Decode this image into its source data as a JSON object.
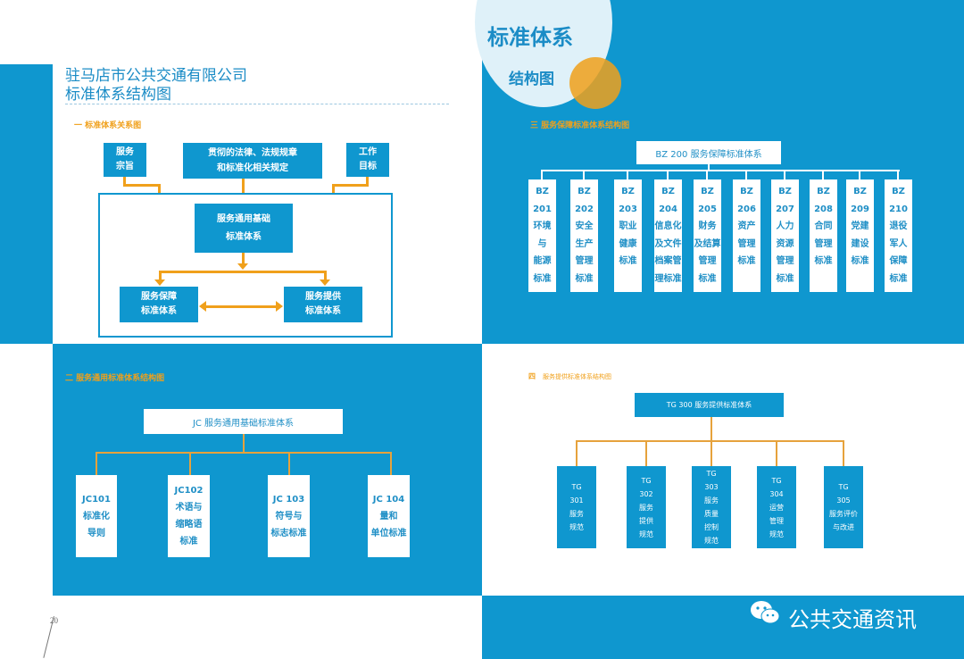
{
  "page_number": "20",
  "left_header": {
    "line1": "驻马店市公共交通有限公司",
    "line2": "标准体系结构图"
  },
  "circle": {
    "title": "标准体系",
    "subtitle": "结构图"
  },
  "sec1": {
    "title": "一 标准体系关系图",
    "purpose": [
      "服务",
      "宗旨"
    ],
    "laws": [
      "贯彻的法律、法规规章",
      "和标准化相关规定"
    ],
    "goal": [
      "工作",
      "目标"
    ],
    "general": [
      "服务通用基础",
      "标准体系"
    ],
    "support": [
      "服务保障",
      "标准体系"
    ],
    "provide": [
      "服务提供",
      "标准体系"
    ]
  },
  "sec2": {
    "title": "二 服务通用标准体系结构图",
    "root": "JC 服务通用基础标准体系",
    "children": [
      {
        "lines": [
          "JC101",
          "标准化",
          "导则"
        ]
      },
      {
        "lines": [
          "JC102",
          "术语与",
          "缩略语",
          "标准"
        ]
      },
      {
        "lines": [
          "JC 103",
          "符号与",
          "标志标准"
        ]
      },
      {
        "lines": [
          "JC 104",
          "量和",
          "单位标准"
        ]
      }
    ]
  },
  "sec3": {
    "title": "三 服务保障标准体系结构图",
    "root": "BZ 200 服务保障标准体系",
    "children": [
      {
        "lines": [
          "BZ",
          "201",
          "环境",
          "与",
          "能源",
          "标准"
        ]
      },
      {
        "lines": [
          "BZ",
          "202",
          "安全",
          "生产",
          "管理",
          "标准"
        ]
      },
      {
        "lines": [
          "BZ",
          "203",
          "职业",
          "健康",
          "标准"
        ]
      },
      {
        "lines": [
          "BZ",
          "204",
          "信息化",
          "及文件",
          "档案管",
          "理标准"
        ]
      },
      {
        "lines": [
          "BZ",
          "205",
          "财务",
          "及结算",
          "管理",
          "标准"
        ]
      },
      {
        "lines": [
          "BZ",
          "206",
          "资产",
          "管理",
          "标准"
        ]
      },
      {
        "lines": [
          "BZ",
          "207",
          "人力",
          "资源",
          "管理",
          "标准"
        ]
      },
      {
        "lines": [
          "BZ",
          "208",
          "合同",
          "管理",
          "标准"
        ]
      },
      {
        "lines": [
          "BZ",
          "209",
          "党建",
          "建设",
          "标准"
        ]
      },
      {
        "lines": [
          "BZ",
          "210",
          "退役",
          "军人",
          "保障",
          "标准"
        ]
      }
    ]
  },
  "sec4": {
    "num": "四",
    "title": "服务提供标准体系结构图",
    "root": "TG 300 服务提供标准体系",
    "children": [
      {
        "lines": [
          "TG",
          "301",
          "服务",
          "规范"
        ]
      },
      {
        "lines": [
          "TG",
          "302",
          "服务",
          "提供",
          "规范"
        ]
      },
      {
        "lines": [
          "TG",
          "303",
          "服务",
          "质量",
          "控制",
          "规范"
        ]
      },
      {
        "lines": [
          "TG",
          "304",
          "运营",
          "管理",
          "规范"
        ]
      },
      {
        "lines": [
          "TG",
          "305",
          "服务评价",
          "与改进"
        ]
      }
    ]
  },
  "watermark": "公共交通资讯",
  "colors": {
    "blue": "#0f97cf",
    "orange": "#f0a01b",
    "white": "#ffffff"
  }
}
